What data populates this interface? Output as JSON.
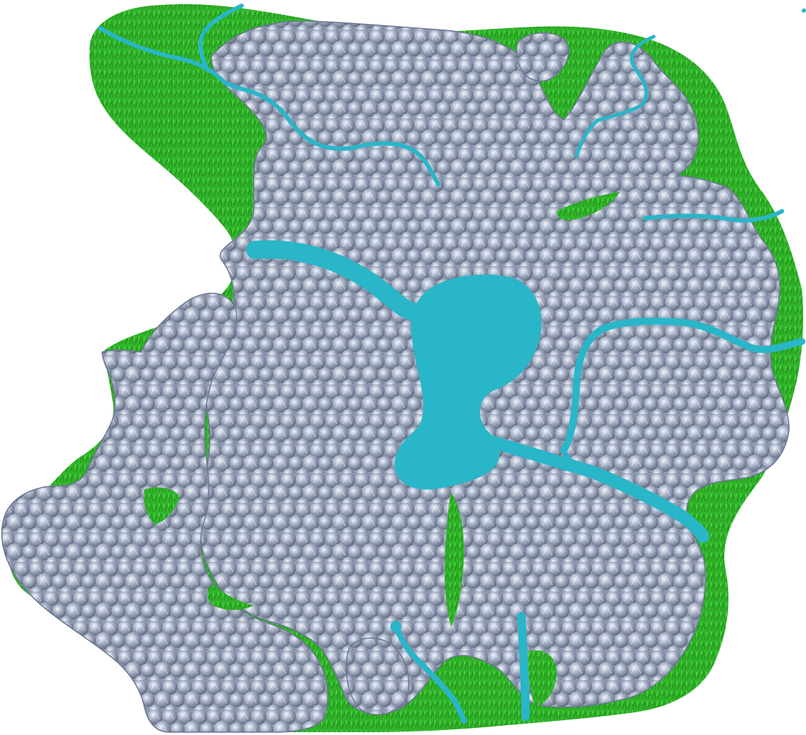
{
  "map": {
    "terrain_types": [
      "grassland",
      "mountains",
      "lake",
      "river"
    ],
    "colors": {
      "background": "#ffffff",
      "grass": "#2fb52a",
      "grass_dark": "#1f8e1a",
      "grass_light": "#5fd64a",
      "mountain": "#8f9ab0",
      "mountain_light": "#c9d1e2",
      "mountain_dark": "#5a6478",
      "water": "#29b6c8"
    },
    "icons": {
      "mountain_texture": "mountain-peaks-pattern",
      "grass_texture": "grass-pattern"
    }
  }
}
